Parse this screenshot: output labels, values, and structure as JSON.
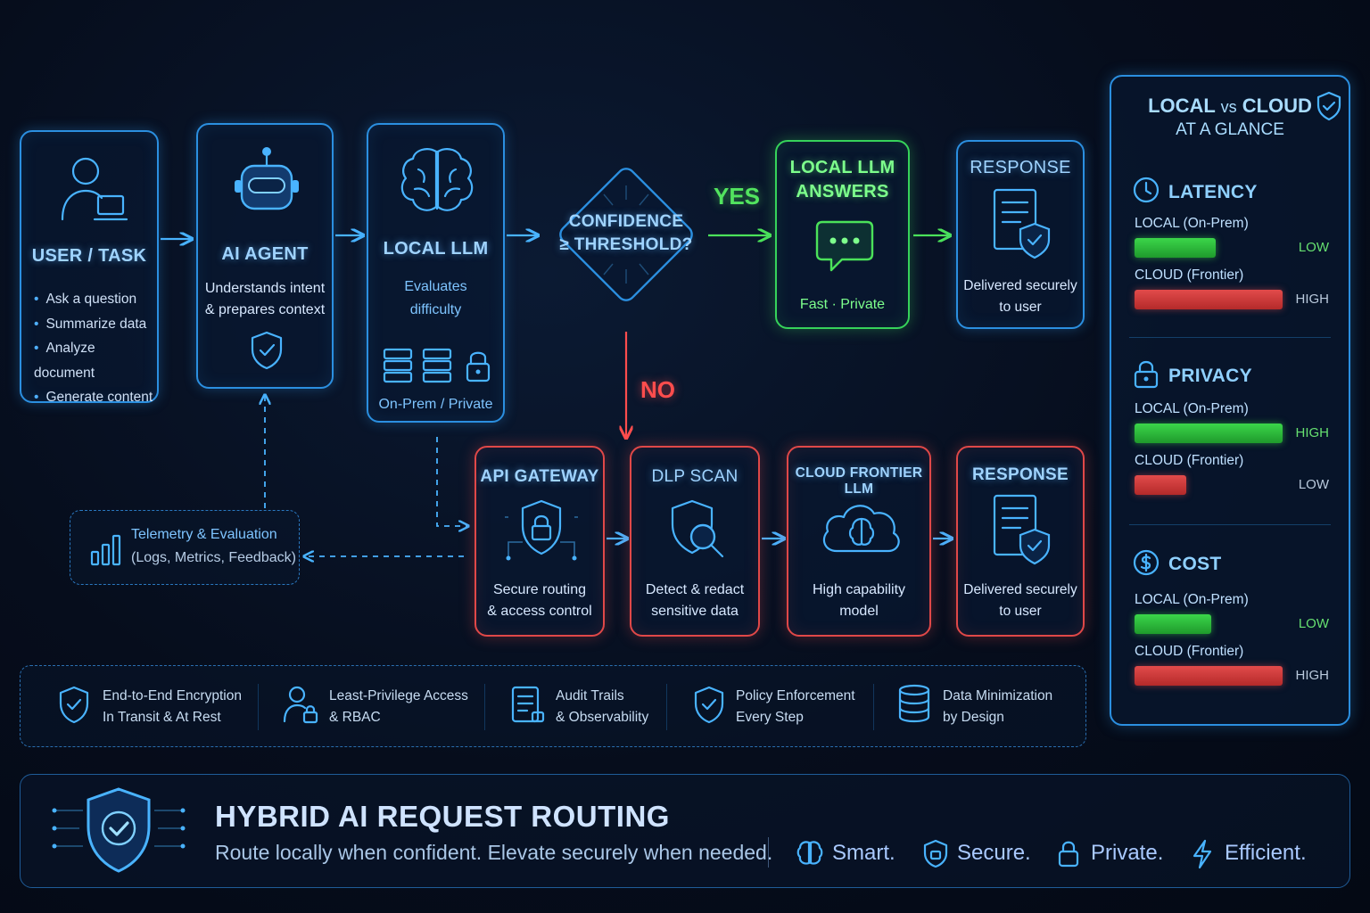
{
  "user_task": {
    "title": "USER / TASK",
    "items": [
      "Ask a question",
      "Summarize data",
      "Analyze document",
      "Generate content"
    ]
  },
  "ai_agent": {
    "title": "AI AGENT",
    "desc1": "Understands intent",
    "desc2": "& prepares context"
  },
  "local_llm": {
    "title": "LOCAL LLM",
    "desc1": "Evaluates",
    "desc2": "difficulty",
    "footer": "On-Prem / Private"
  },
  "decision": {
    "line1": "CONFIDENCE",
    "line2": "≥ THRESHOLD?",
    "yes": "YES",
    "no": "NO"
  },
  "local_answers": {
    "line1": "LOCAL LLM",
    "line2": "ANSWERS",
    "desc": "Fast · Private"
  },
  "response_top": {
    "title": "RESPONSE",
    "desc1": "Delivered securely",
    "desc2": "to user"
  },
  "api_gateway": {
    "title": "API GATEWAY",
    "desc1": "Secure routing",
    "desc2": "& access control"
  },
  "dlp_scan": {
    "title": "DLP SCAN",
    "desc1": "Detect & redact",
    "desc2": "sensitive data"
  },
  "cloud_llm": {
    "title": "CLOUD FRONTIER LLM",
    "desc1": "High capability",
    "desc2": "model"
  },
  "response_bottom": {
    "title": "RESPONSE",
    "desc1": "Delivered securely",
    "desc2": "to user"
  },
  "telemetry": {
    "line1": "Telemetry & Evaluation",
    "line2": "(Logs, Metrics, Feedback)"
  },
  "security": [
    {
      "line1": "End-to-End Encryption",
      "line2": "In Transit & At Rest",
      "icon": "shield-check-icon"
    },
    {
      "line1": "Least-Privilege Access",
      "line2": "& RBAC",
      "icon": "user-lock-icon"
    },
    {
      "line1": "Audit Trails",
      "line2": "& Observability",
      "icon": "document-icon"
    },
    {
      "line1": "Policy Enforcement",
      "line2": "Every Step",
      "icon": "shield-check-icon"
    },
    {
      "line1": "Data Minimization",
      "line2": "by Design",
      "icon": "database-icon"
    }
  ],
  "comparison": {
    "title1": "LOCAL",
    "vs": "vs",
    "title2": "CLOUD",
    "title3": "AT A GLANCE",
    "sections": [
      {
        "name": "LATENCY",
        "icon": "clock-icon",
        "rows": [
          {
            "label": "LOCAL (On-Prem)",
            "level": "LOW",
            "value": 0.55,
            "color": "green"
          },
          {
            "label": "CLOUD (Frontier)",
            "level": "HIGH",
            "value": 1.0,
            "color": "red"
          }
        ]
      },
      {
        "name": "PRIVACY",
        "icon": "lock-icon",
        "rows": [
          {
            "label": "LOCAL (On-Prem)",
            "level": "HIGH",
            "value": 1.0,
            "color": "green"
          },
          {
            "label": "CLOUD (Frontier)",
            "level": "LOW",
            "value": 0.35,
            "color": "red"
          }
        ]
      },
      {
        "name": "COST",
        "icon": "dollar-icon",
        "rows": [
          {
            "label": "LOCAL (On-Prem)",
            "level": "LOW",
            "value": 0.52,
            "color": "green"
          },
          {
            "label": "CLOUD (Frontier)",
            "level": "HIGH",
            "value": 1.0,
            "color": "red"
          }
        ]
      }
    ]
  },
  "footer": {
    "title": "HYBRID AI REQUEST ROUTING",
    "subtitle": "Route locally when confident. Elevate securely when needed.",
    "words": [
      "Smart.",
      "Secure.",
      "Private.",
      "Efficient."
    ]
  },
  "colors": {
    "accent": "#2b8fe0",
    "green": "#36d35a",
    "red": "#e04848"
  }
}
